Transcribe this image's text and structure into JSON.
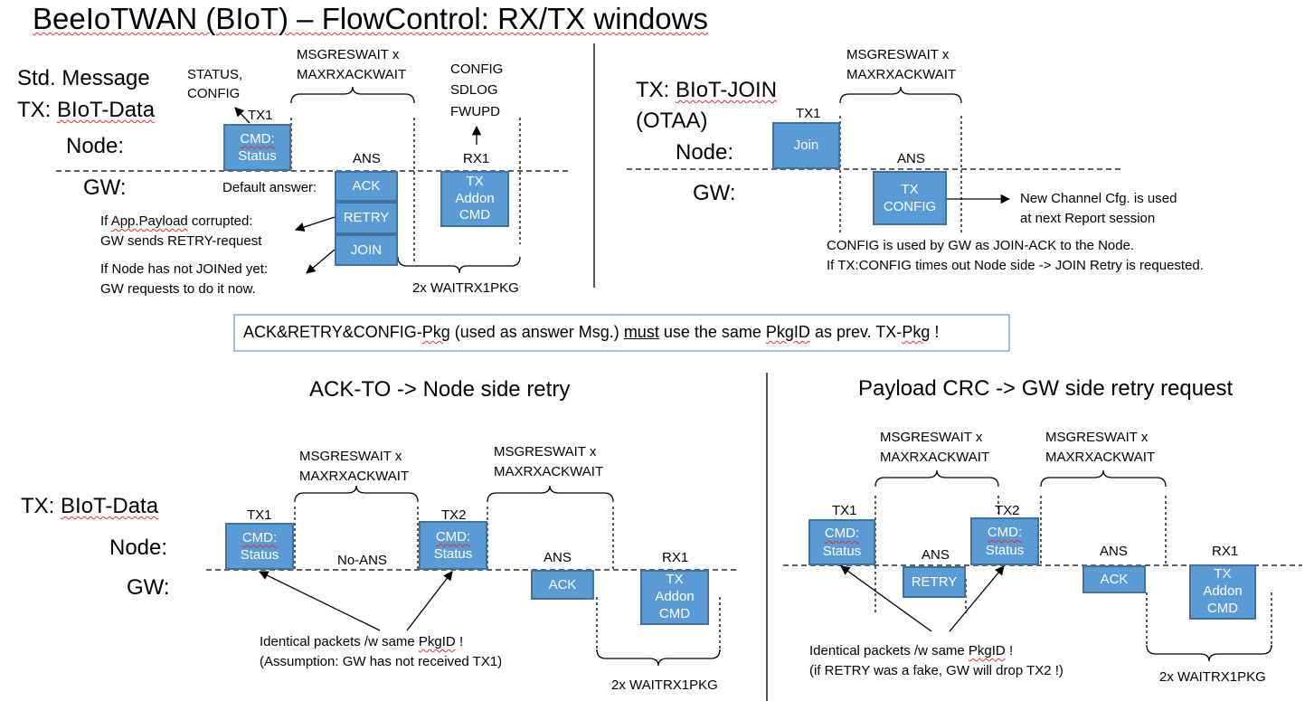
{
  "title": "BeeIoTWAN (BIoT) – FlowControl: RX/TX windows",
  "colors": {
    "box_fill": "#5b9bd5",
    "box_border": "#41719c",
    "note_border": "#6fa0c8",
    "line": "#000000"
  },
  "common": {
    "node": "Node:",
    "gw": "GW:",
    "msg_wait_1": "MSGRESWAIT x",
    "msg_wait_2": "MAXRXACKWAIT",
    "wait_rx1": "2x WAITRX1PKG",
    "tx1": "TX1",
    "tx2": "TX2",
    "rx1": "RX1",
    "ans": "ANS",
    "ack": "ACK",
    "retry": "RETRY",
    "join": "JOIN",
    "cmd": "CMD:",
    "status": "Status",
    "tx": "TX",
    "addon": "Addon",
    "cmd2": "CMD",
    "config": "CONFIG"
  },
  "std": {
    "label1": "Std. Message",
    "label2_prefix": "TX: ",
    "label2_word": "BIoT-Data",
    "status_config_1": "STATUS,",
    "status_config_2": "CONFIG",
    "rx_cmds": [
      "CONFIG",
      "SDLOG",
      "FWUPD"
    ],
    "default_answer": "Default answer:",
    "retry_note_1_pre": "If ",
    "retry_note_1_word": "App.Payload",
    "retry_note_1_post": " corrupted:",
    "retry_note_2": "GW sends RETRY-request",
    "join_note_1": "If Node has not JOINed yet:",
    "join_note_2": "GW requests to do it now."
  },
  "join": {
    "label_pre": "TX: ",
    "label_word": "BIoT-JOIN",
    "label_2": "(OTAA)",
    "box": "Join",
    "cfg_note_1": "New Channel Cfg. is used",
    "cfg_note_2": "at next Report session",
    "note_1": "CONFIG is used by GW as JOIN-ACK to the Node.",
    "note_2": "If TX:CONFIG times out Node side -> JOIN Retry is requested."
  },
  "banner": {
    "p1": "ACK&RETRY&CONFIG-",
    "w1": "Pkg",
    "p2": " (used as answer Msg.) ",
    "w2": "must",
    "p3": " use the same ",
    "w3": "PkgID",
    "p4": " as prev. TX-",
    "w4": "Pkg",
    "p5": " !"
  },
  "ackto": {
    "title": "ACK-TO -> Node side retry",
    "label_pre": "TX: ",
    "label_word": "BIoT-Data",
    "no_ans": "No-ANS",
    "note_1_pre": "Identical packets /w same ",
    "note_1_word": "PkgID",
    "note_1_post": " !",
    "note_2": "(Assumption: GW has not received TX1)"
  },
  "crc": {
    "title": "Payload CRC -> GW side retry request",
    "note_1_pre": "Identical packets /w same ",
    "note_1_word": "PkgID",
    "note_1_post": " !",
    "note_2": "(if RETRY was a fake, GW will drop TX2 !)"
  }
}
